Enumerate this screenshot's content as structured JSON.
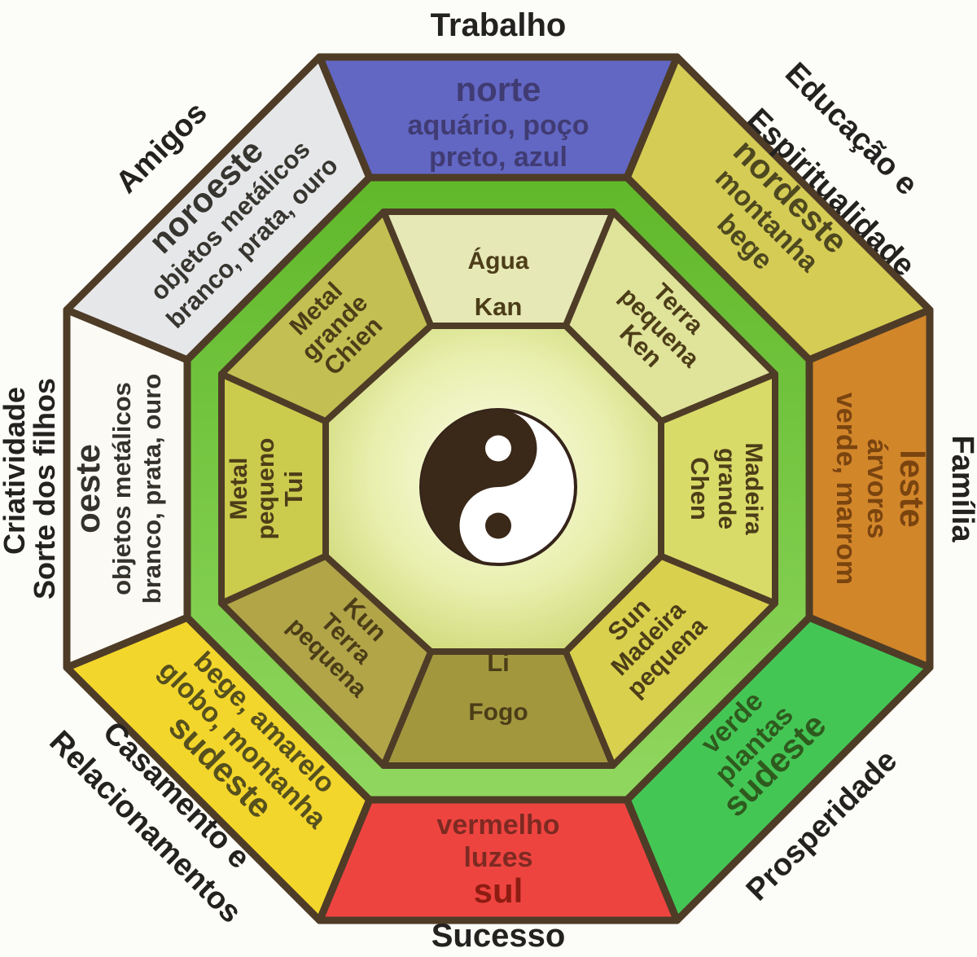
{
  "labels": {
    "trabalho": "Trabalho",
    "educacao_line1": "Educação e",
    "educacao_line2": "Espiritualidade",
    "familia": "Família",
    "prosperidade": "Prosperidade",
    "sucesso": "Sucesso",
    "casamento_line1": "Casamento e",
    "casamento_line2": "Relacionamentos",
    "criatividade_line1": "Criatividade",
    "criatividade_line2": "Sorte dos filhos",
    "amigos": "Amigos"
  },
  "outer_ring": {
    "norte": {
      "direction": "norte",
      "detail1": "aquário, poço",
      "detail2": "preto, azul",
      "fill": "#6267c3"
    },
    "nordeste": {
      "direction": "nordeste",
      "detail1": "montanha",
      "detail2": "bege",
      "fill": "#d5cc55"
    },
    "leste": {
      "direction": "leste",
      "detail1": "árvores",
      "detail2": "verde, marrom",
      "fill": "#d2862a"
    },
    "sudeste": {
      "direction": "sudeste",
      "detail1": "plantas",
      "detail2": "verde",
      "fill": "#44c655"
    },
    "sul": {
      "direction": "sul",
      "detail1": "vermelho",
      "detail2": "luzes",
      "fill": "#ee4440"
    },
    "sudoeste": {
      "direction": "sudeste",
      "detail1": "bege, amarelo",
      "detail2": "globo, montanha",
      "fill": "#f3d62b"
    },
    "oeste": {
      "direction": "oeste",
      "detail1": "objetos metálicos",
      "detail2": "branco, prata, ouro",
      "fill": "#fbfaf5"
    },
    "noroeste": {
      "direction": "noroeste",
      "detail1": "objetos metálicos",
      "detail2": "branco, prata, ouro",
      "fill": "#e6e7e9"
    }
  },
  "middle_ring": {
    "kan": {
      "element_1": "Água",
      "element_2": "",
      "trigram": "Kan",
      "fill": "#e6e8b6"
    },
    "ken": {
      "element_1": "Terra",
      "element_2": "pequena",
      "trigram": "Ken",
      "fill": "#e0e39a"
    },
    "chen": {
      "element_1": "Madeira",
      "element_2": "grande",
      "trigram": "Chen",
      "fill": "#d9db68"
    },
    "sun": {
      "element_1": "Madeira",
      "element_2": "pequena",
      "trigram": "Sun",
      "fill": "#d9d04e"
    },
    "li": {
      "element_1": "Fogo",
      "element_2": "",
      "trigram": "Li",
      "fill": "#a3973e"
    },
    "kun": {
      "element_1": "Terra",
      "element_2": "pequena",
      "trigram": "Kun",
      "fill": "#b1a548"
    },
    "tui": {
      "element_1": "Metal",
      "element_2": "pequeno",
      "trigram": "Tui",
      "fill": "#cbcb4e"
    },
    "chien": {
      "element_1": "Metal",
      "element_2": "grande",
      "trigram": "Chien",
      "fill": "#c3bf52"
    }
  },
  "colors": {
    "border": "#4e3c27",
    "band_top": "#60b82a",
    "band_bottom": "#90d75f",
    "glow_center": "#fbfce9",
    "glow_mid": "#e9efae",
    "glow_edge": "#c2ce5c",
    "yin": "#3a2818",
    "yang": "#ffffff",
    "label_text": "#242220"
  }
}
